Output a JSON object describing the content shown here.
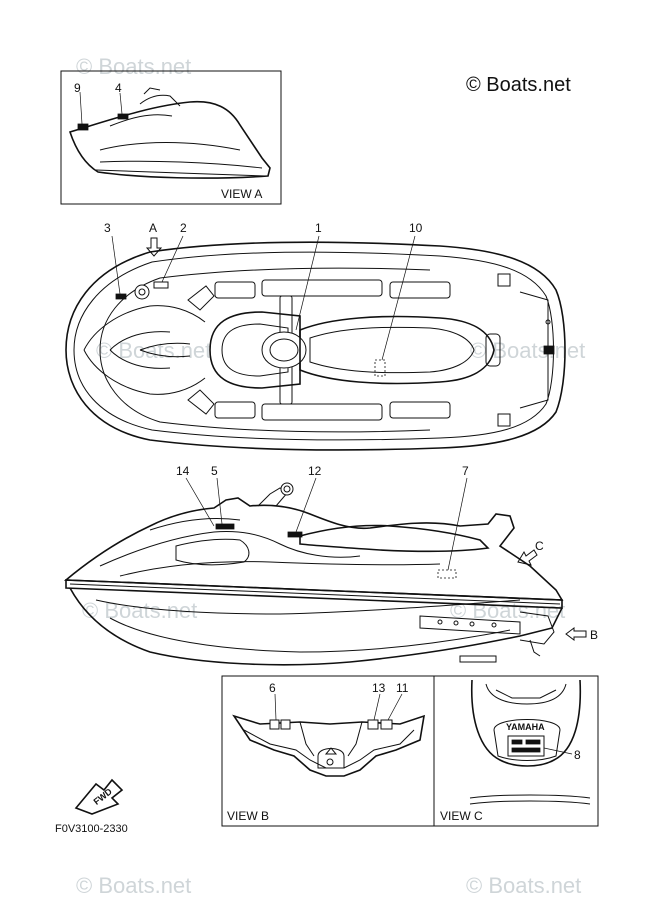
{
  "watermark": {
    "text": "© Boats.net"
  },
  "copyright": {
    "text": "© Boats.net"
  },
  "views": {
    "a": "VIEW A",
    "b": "VIEW B",
    "c": "VIEW C"
  },
  "arrow_labels": {
    "a": "A",
    "b": "B",
    "c": "C"
  },
  "callouts": {
    "c1": "1",
    "c2": "2",
    "c3": "3",
    "c4": "4",
    "c5": "5",
    "c6": "6",
    "c7": "7",
    "c8": "8",
    "c9": "9",
    "c10": "10",
    "c11": "11",
    "c12": "12",
    "c13": "13",
    "c14": "14"
  },
  "fwd_label": "FWD",
  "brand_label": "YAMAHA",
  "drawing_code": "F0V3100-2330",
  "icons": {
    "direction_arrow": "hollow-arrow-icon",
    "fwd_badge": "fwd-arrow-icon"
  }
}
